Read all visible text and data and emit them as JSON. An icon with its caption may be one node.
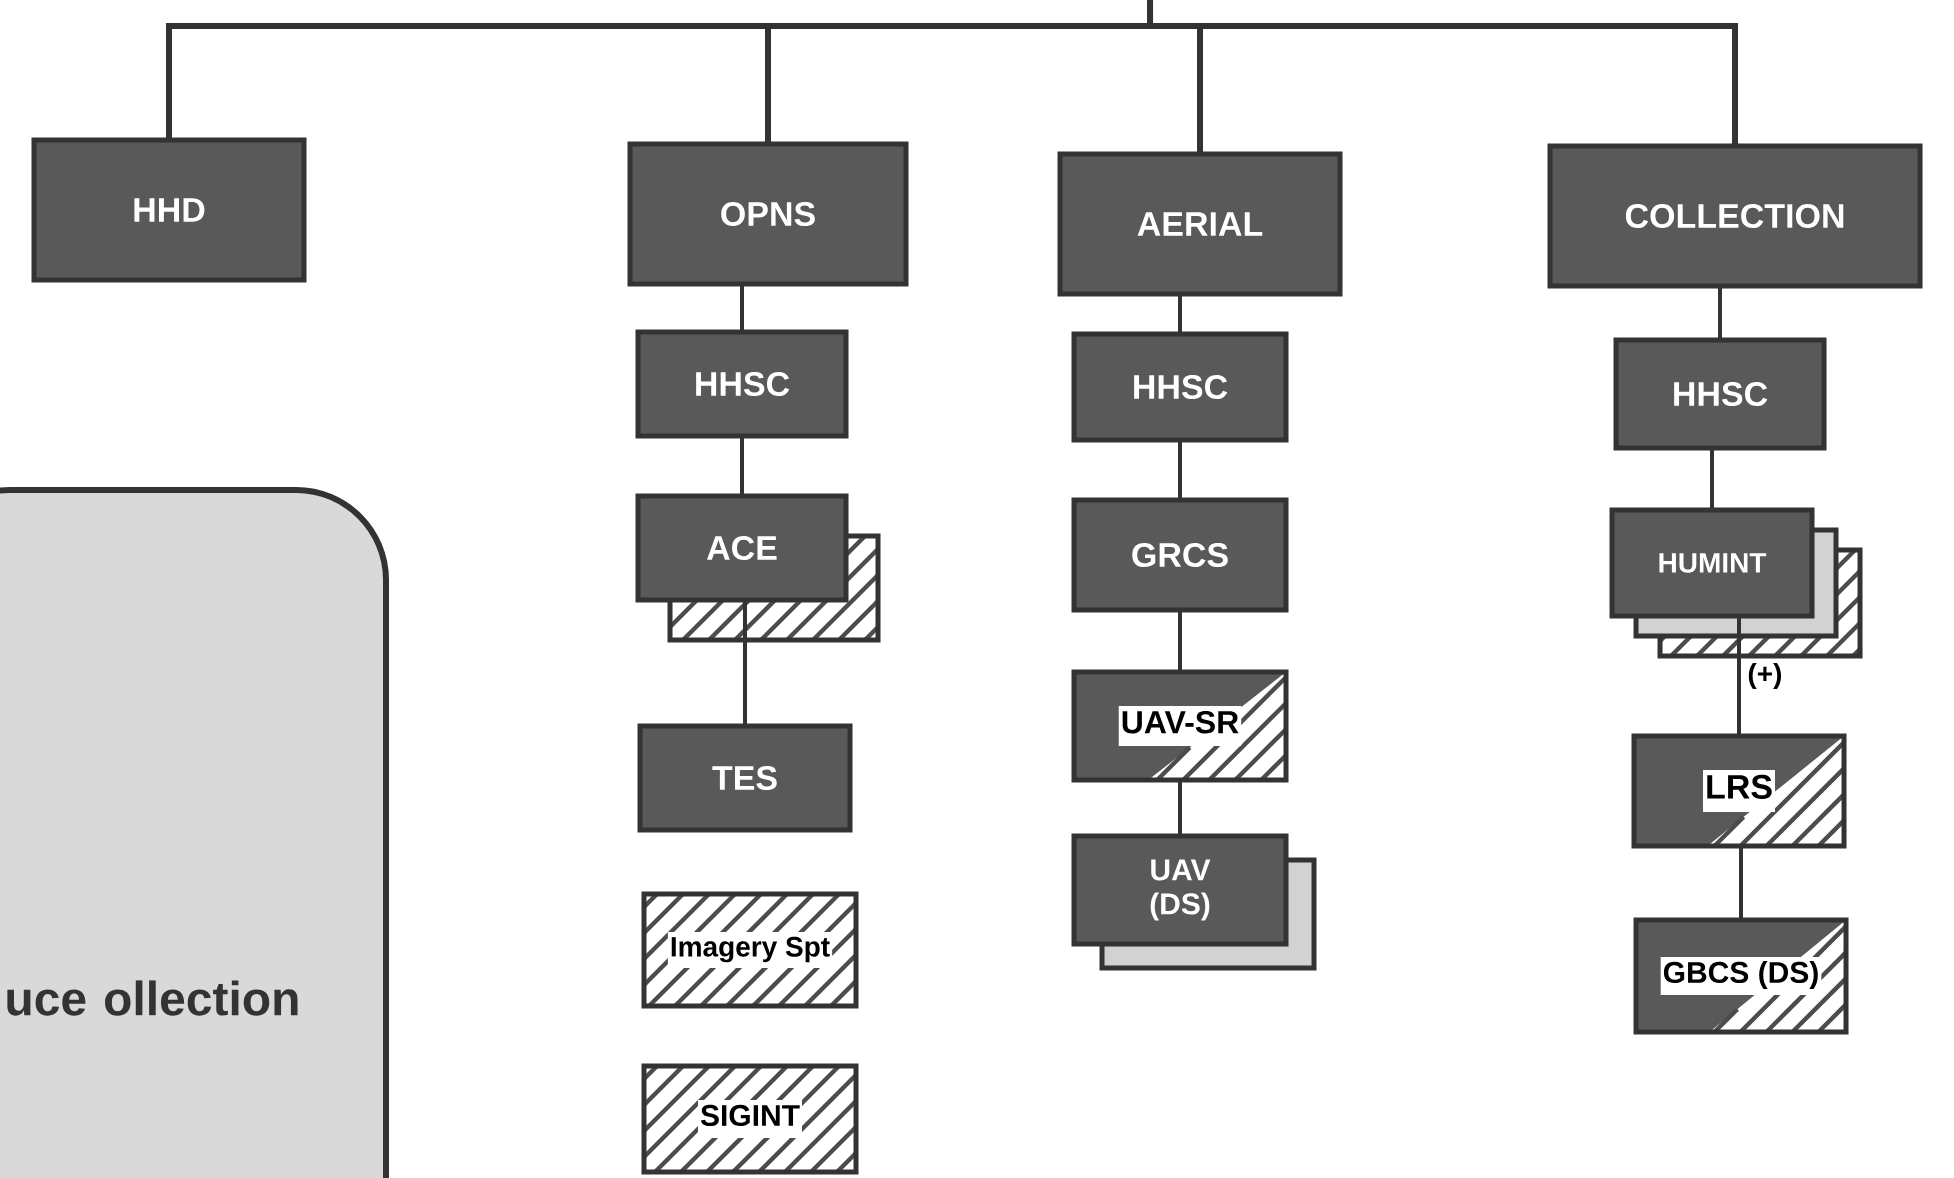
{
  "diagram": {
    "nodes": [
      {
        "text": [
          "HHD"
        ]
      },
      {
        "text": [
          "OPNS"
        ]
      },
      {
        "text": [
          "AERIAL"
        ]
      },
      {
        "text": [
          "COLLECTION"
        ]
      },
      {
        "text": [
          "HHSC"
        ]
      },
      {
        "text": [
          "ACE"
        ]
      },
      {
        "text": [
          "TES"
        ]
      },
      {
        "text": [
          "Imagery Spt"
        ]
      },
      {
        "text": [
          "SIGINT"
        ]
      },
      {
        "text": [
          "HHSC"
        ]
      },
      {
        "text": [
          "GRCS"
        ]
      },
      {
        "text": [
          "UAV-SR"
        ]
      },
      {
        "text": [
          "UAV (DS)"
        ]
      },
      {
        "text": [
          "HHSC"
        ]
      },
      {
        "text": [
          "HUMINT"
        ]
      },
      {
        "text": [
          "LRS"
        ]
      },
      {
        "text": [
          "GBCS (DS)"
        ]
      },
      {
        "text": [
          "uce ollection"
        ]
      }
    ],
    "edges": [
      {
        "from": null,
        "to": 0,
        "arrow": "none"
      },
      {
        "from": null,
        "to": 1,
        "arrow": "none"
      },
      {
        "from": null,
        "to": 2,
        "arrow": "none"
      },
      {
        "from": null,
        "to": 3,
        "arrow": "none"
      },
      {
        "from": 1,
        "to": 4,
        "arrow": "none"
      },
      {
        "from": 4,
        "to": 5,
        "arrow": "none"
      },
      {
        "from": 5,
        "to": 6,
        "arrow": "none"
      },
      {
        "from": 2,
        "to": 9,
        "arrow": "none"
      },
      {
        "from": 9,
        "to": 10,
        "arrow": "none"
      },
      {
        "from": 10,
        "to": 11,
        "arrow": "none"
      },
      {
        "from": 11,
        "to": 12,
        "arrow": "none"
      },
      {
        "from": 3,
        "to": 13,
        "arrow": "none"
      },
      {
        "from": 13,
        "to": 14,
        "arrow": "none"
      },
      {
        "from": 14,
        "to": 15,
        "arrow": "none",
        "label": "(+)"
      },
      {
        "from": 15,
        "to": 16,
        "arrow": "none"
      }
    ]
  }
}
